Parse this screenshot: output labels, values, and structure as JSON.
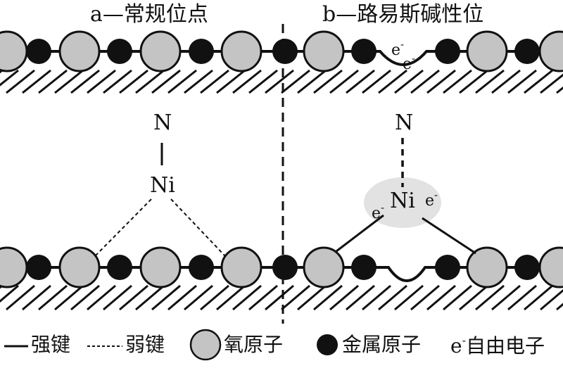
{
  "panels": {
    "a_title": "a—常规位点",
    "b_title": "b—路易斯碱性位"
  },
  "atoms": {
    "n_left": "N",
    "ni_left": "Ni",
    "n_right": "N",
    "ni_right": "Ni",
    "electron_base": "e",
    "electron_sup": "-"
  },
  "legend": {
    "strong_bond": "强键",
    "weak_bond": "弱键",
    "oxygen_atom": "氧原子",
    "metal_atom": "金属原子",
    "free_electron_base": "e",
    "free_electron_sup": "-",
    "free_electron_text": "自由电子"
  },
  "colors": {
    "oxygen_fill": "#c4c4c4",
    "metal_fill": "#111111",
    "line": "#111111",
    "cloud_fill": "#e2e2e2"
  }
}
